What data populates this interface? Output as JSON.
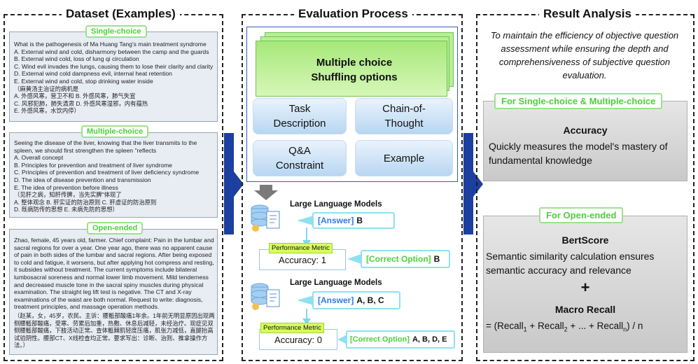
{
  "panels": {
    "dataset": "Dataset (Examples)",
    "evaluation": "Evaluation Process",
    "result": "Result Analysis"
  },
  "single": {
    "tag": "Single-choice",
    "lines": [
      "What is the pathogenesis of Ma Huang Tang's main treatment syndrome",
      "A. External wind and cold, disharmony between the camp and the guards",
      "B. External wind cold, loss of lung qi circulation",
      "C. Wind evil invades the lungs, causing them to lose their clarity and clarity",
      "D. External wind cold dampness evil, internal heat retention",
      "E. External wind and cold, stop drinking water inside",
      "（麻黄汤主治证的病机是",
      "A. 外感风寒，营卫不和   B. 外感风寒，肺气失宣",
      "C. 风邪犯肺，肺失清肃   D. 外感风寒湿邪，内有蕴热",
      "E. 外感风寒，水饮内停）"
    ]
  },
  "multiple": {
    "tag": "Multiple-choice",
    "lines": [
      "Seeing the disease of the liver, knowing that the liver transmits to the",
      "spleen, we should first strengthen the spleen \"reflects",
      "A. Overall concept",
      "B. Principles for prevention and treatment of liver syndrome",
      "C. Principles of prevention and treatment of liver deficiency syndrome",
      "D. The idea of disease prevention and transmission",
      "E. The idea of prevention before illness",
      "（见肝之病，知肝传脾，当先实脾\"体现了",
      "A. 整体观念   B. 肝实证的防治原则   C. 肝虚证的防治原则",
      "D. 既病防传的思想   E. 未病先防的思想）"
    ]
  },
  "open": {
    "tag": "Open-ended",
    "en": "Zhao, female, 45 years old, farmer. Chief complaint: Pain in the lumbar and sacral regions for over a year. One year ago, there was no apparent cause of pain in both sides of the lumbar and sacral regions. After being exposed to cold and fatigue, it worsens, but after applying hot compress and resting, it subsides without treatment. The current symptoms include bilateral lumbosacral soreness and normal lower limb movement. Mild tenderness and decreased muscle tone in the sacral spiny muscles during physical examination. The straight leg lift test is negative. The CT and X-ray examinations of the waist are both normal. Request to write: diagnosis, treatment principles, and massage operation methods.",
    "zh": "（赵某，女，45岁，农民。主诉：腰骶部酸痛1年余。1年前无明显原因出现两侧腰骶部酸痛，受寒、劳累后加重，热敷、休息后减轻，未经治疗。现症见双侧腰骶部酸痛，下肢活动正常。查体骶棘肌轻度压痛，肌张力减低，直腿抬高试验阴性。腰部CT、X线检查均正常。要求写出：诊断、治则、推拿操作方法。）"
  },
  "eval": {
    "shuffle_line1": "Multiple choice",
    "shuffle_line2": "Shuffling options",
    "btn_task": "Task Description",
    "btn_cot": "Chain-of-Thought",
    "btn_qa": "Q&A Constraint",
    "btn_example": "Example",
    "llm_label": "Large Language Models",
    "answer_tag": "[Answer]",
    "answer1": "B",
    "answer2": "A, B, C",
    "pm_label": "Performance Metric",
    "acc1": "Accuracy: 1",
    "acc2": "Accuracy: 0",
    "correct_tag": "[Correct Option]",
    "correct1": "B",
    "correct2": "A, B, D, E"
  },
  "result": {
    "intro": "To maintain the efficiency of objective question assessment while ensuring the depth and comprehensiveness of subjective question evaluation.",
    "sc_tag": "For Single-choice & Multiple-choice",
    "acc_title": "Accuracy",
    "acc_desc": "Quickly measures the model's mastery of fundamental knowledge",
    "oe_tag": "For Open-ended",
    "bert_title": "BertScore",
    "bert_desc": "Semantic similarity calculation ensures semantic accuracy and relevance",
    "plus": "+",
    "macro_title": "Macro Recall",
    "formula": "= (Recall1 + Recall2 + ... + Recalln) / n"
  },
  "colors": {
    "green_tag": "#4cd13a",
    "arrow_blue": "#1c3fa0",
    "answer_blue": "#2f7be5",
    "sheet_green": "#b9ef92"
  }
}
